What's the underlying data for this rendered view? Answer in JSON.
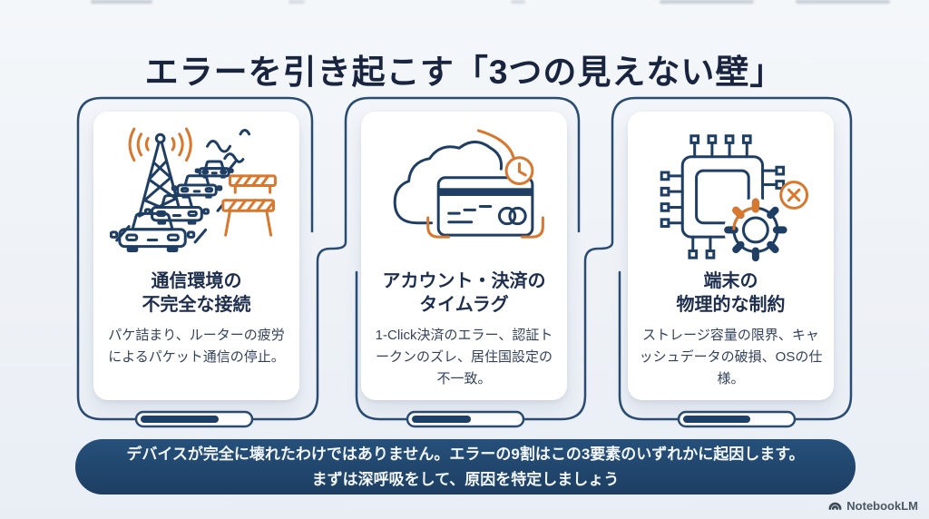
{
  "title": "エラーを引き起こす「3つの見えない壁」",
  "colors": {
    "outline_navy": "#2b4c72",
    "icon_navy": "#1f3e63",
    "accent_orange": "#d8772e",
    "banner_bg": "#1f4066",
    "title_color": "#19253f"
  },
  "cards": [
    {
      "icon": "cell-tower-traffic-jam-icon",
      "title_lines": [
        "通信環境の",
        "不完全な接続"
      ],
      "body": "パケ詰まり、ルーターの疲労によるパケット通信の停止。",
      "pill_fill_w": "86"
    },
    {
      "icon": "cloud-credit-card-delay-icon",
      "title_lines": [
        "アカウント・決済の",
        "タイムラグ"
      ],
      "body": "1-Click決済のエラー、認証トークンのズレ、居住国設定の不一致。",
      "pill_fill_w": "65"
    },
    {
      "icon": "chip-gear-error-icon",
      "title_lines": [
        "端末の",
        "物理的な制約"
      ],
      "body": "ストレージ容量の限界、キャッシュデータの破損、OSの仕様。",
      "pill_fill_w": "74"
    }
  ],
  "banner": {
    "line1": "デバイスが完全に壊れたわけではありません。エラーの9割はこの3要素のいずれかに起因します。",
    "line2": "まずは深呼吸をして、原因を特定しましょう"
  },
  "watermark": {
    "label": "NotebookLM"
  }
}
